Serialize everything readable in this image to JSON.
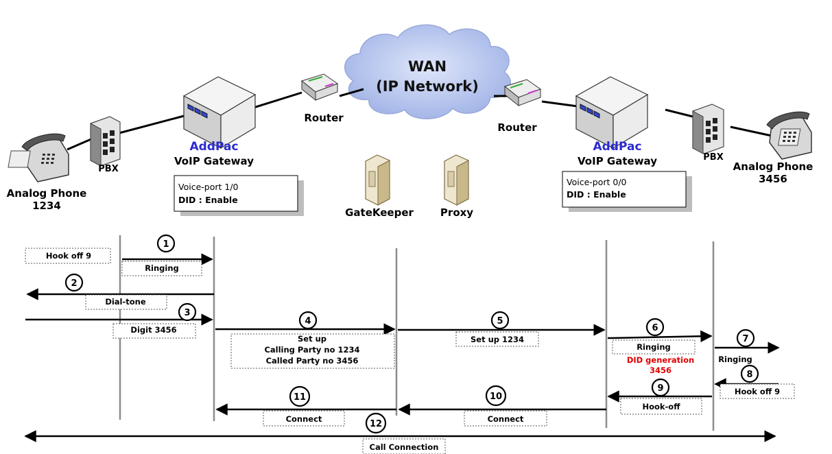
{
  "network": {
    "wan_line1": "WAN",
    "wan_line2": "(IP Network)",
    "router_left": "Router",
    "router_right": "Router",
    "gatekeeper": "GateKeeper",
    "proxy": "Proxy",
    "left": {
      "phone_label": "Analog Phone",
      "phone_number": "1234",
      "pbx": "PBX",
      "brand": "AddPac",
      "gateway": "VoIP Gateway",
      "config_line1": "Voice-port 1/0",
      "config_line2": "DID : Enable"
    },
    "right": {
      "phone_label": "Analog Phone",
      "phone_number": "3456",
      "pbx": "PBX",
      "brand": "AddPac",
      "gateway": "VoIP Gateway",
      "config_line1": "Voice-port 0/0",
      "config_line2": "DID : Enable"
    }
  },
  "flow": {
    "steps": [
      "1",
      "2",
      "3",
      "4",
      "5",
      "6",
      "7",
      "8",
      "9",
      "10",
      "11",
      "12"
    ],
    "messages": {
      "hook_off_left": "Hook off 9",
      "ringing_1": "Ringing",
      "dial_tone": "Dial-tone",
      "digit": "Digit 3456",
      "setup_line1": "Set up",
      "setup_line2": "Calling Party no 1234",
      "setup_line3": "Called Party no 3456",
      "setup_5": "Set up 1234",
      "ringing_6": "Ringing",
      "did_line1": "DID generation",
      "did_line2": "3456",
      "ringing_7": "Ringing",
      "hook_off_right": "Hook off 9",
      "hook_off_9": "Hook-off",
      "connect_10": "Connect",
      "connect_11": "Connect",
      "call_connection": "Call Connection"
    }
  },
  "colors": {
    "brand": "#2a2ad0",
    "did": "#e00000",
    "cloud": "#b8c6ee",
    "line": "#000000",
    "timeline": "#8c8c8c"
  }
}
